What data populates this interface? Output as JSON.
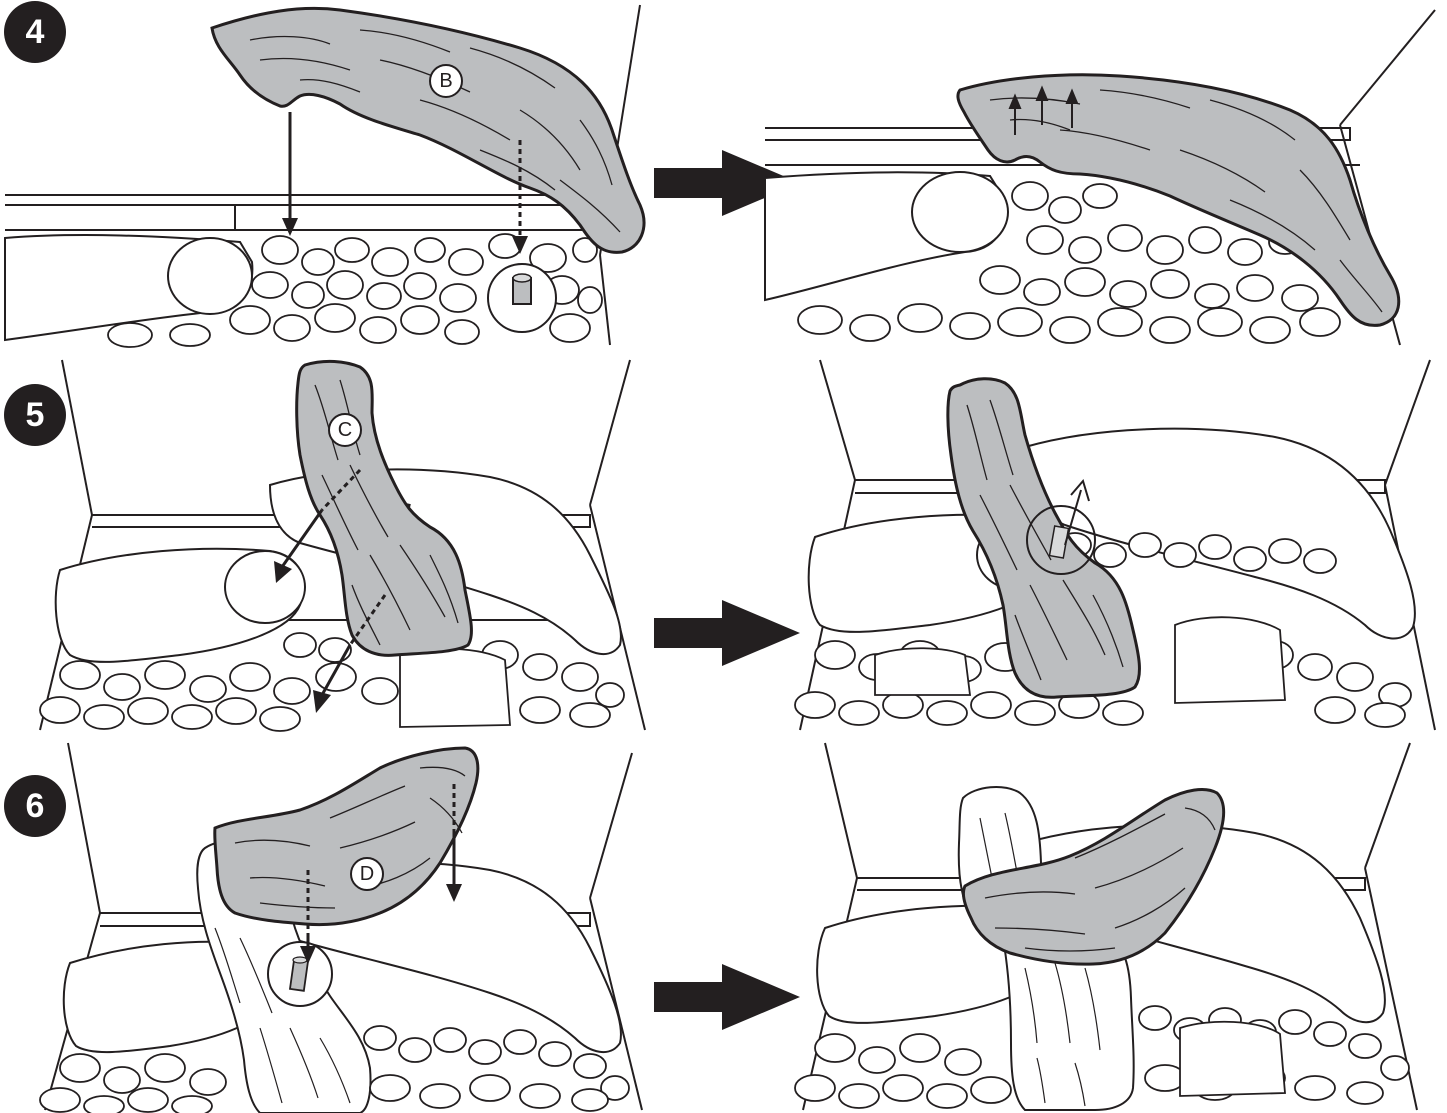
{
  "steps": [
    {
      "number": "4",
      "part_label": "B"
    },
    {
      "number": "5",
      "part_label": "C"
    },
    {
      "number": "6",
      "part_label": "D"
    }
  ],
  "colors": {
    "ink": "#231f20",
    "log_fill": "#bcbec0",
    "background": "#ffffff"
  }
}
